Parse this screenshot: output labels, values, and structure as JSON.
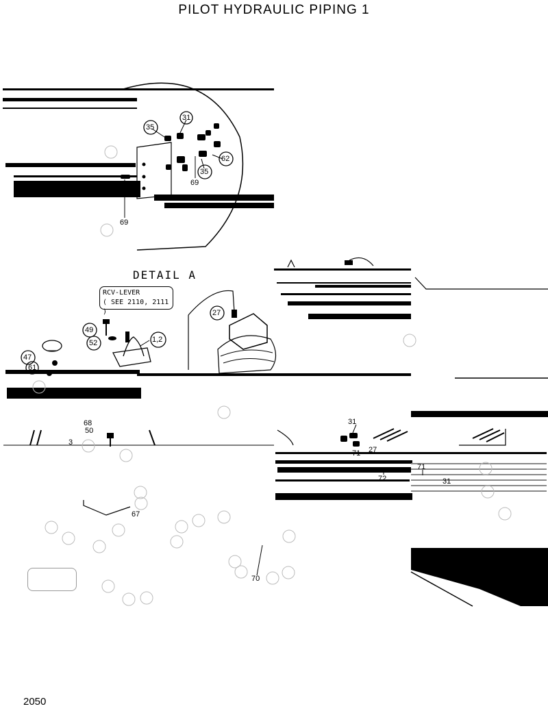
{
  "title": "PILOT  HYDRAULIC  PIPING 1",
  "page_number": "2050",
  "detail_label": "DETAIL  A",
  "rcv_note": {
    "line1": "RCV-LEVER",
    "line2": "( SEE 2110, 2111 )"
  },
  "callouts": {
    "c35a": "35",
    "c31a": "31",
    "c62": "62",
    "c35b": "35",
    "c69a": "69",
    "c69b": "69",
    "c27a": "27",
    "c49": "49",
    "c52": "52",
    "c12": "1,2",
    "c47": "47",
    "c61": "61",
    "c68": "68",
    "c50": "50",
    "c3": "3",
    "c67": "67",
    "c70": "70",
    "c31b": "31",
    "c27b": "27",
    "c71a": "71",
    "c72": "72",
    "c71b": "71",
    "c31c": "31"
  }
}
